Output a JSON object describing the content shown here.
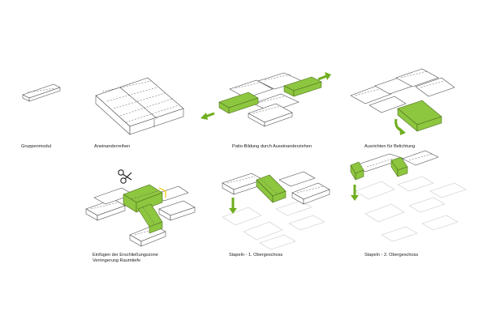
{
  "captions": {
    "step1": "Gruppenmodul",
    "step2": "Aneinanderreihen",
    "step3": "Patio-Bildung durch Auseinanderziehen",
    "step4": "Ausrichten für Belichtung",
    "step5_line1": "Einfügen der Erschließungszone",
    "step5_line2": "Verringerung Raumtiefe",
    "step6": "Stapeln - 1. Obergeschoss",
    "step7": "Stapeln - 2. Obergeschoss"
  },
  "colors": {
    "line": "#444444",
    "faded_line": "#c7c7c7",
    "accent_green": "#8dc63f",
    "arrow_green": "#6fae1e",
    "highlight_yellow": "#f5c400"
  },
  "icons": {
    "scissors": "scissors-icon",
    "arrows": "arrow-icon"
  }
}
